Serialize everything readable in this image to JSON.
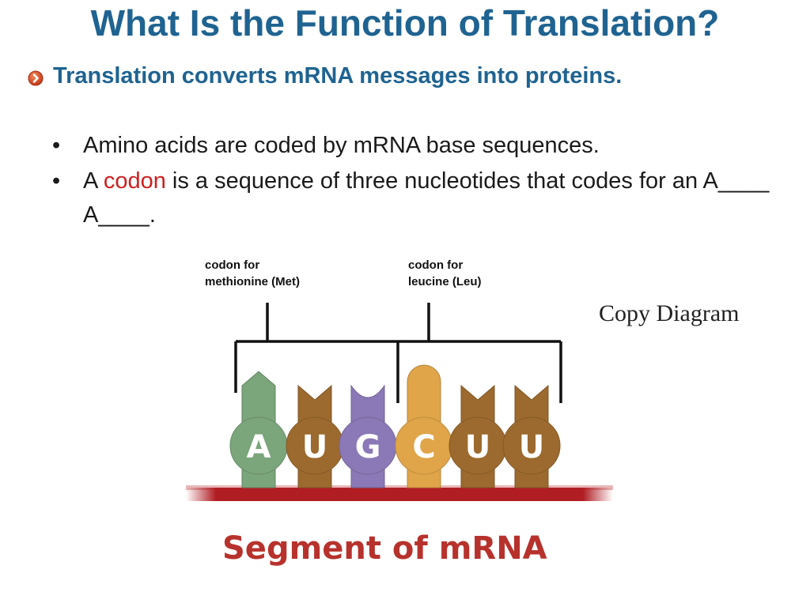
{
  "slide": {
    "title": "What Is the Function of Translation?",
    "subtitle": "Translation converts mRNA messages into proteins.",
    "bullets": [
      {
        "dot": "•",
        "text": "Amino acids are coded by mRNA base sequences."
      },
      {
        "dot": "•",
        "pre": "A ",
        "highlight": "codon",
        "post": " is a sequence of three nucleotides that codes for an A____ A____."
      }
    ],
    "colors": {
      "title": "#1f6391",
      "highlight": "#cc1f1f",
      "subtitle_bullet": "#d9461e"
    }
  },
  "diagram": {
    "codon_labels": [
      {
        "line1": "codon for",
        "line2": "methionine (Met)"
      },
      {
        "line1": "codon for",
        "line2": "leucine (Leu)"
      }
    ],
    "nucleotides": [
      {
        "base": "A",
        "color": "#7ba57b",
        "cap": "arrow"
      },
      {
        "base": "U",
        "color": "#9c6a2e",
        "cap": "notch"
      },
      {
        "base": "G",
        "color": "#8a79b6",
        "cap": "round-notch"
      },
      {
        "base": "C",
        "color": "#e0a549",
        "cap": "round"
      },
      {
        "base": "U",
        "color": "#9c6a2e",
        "cap": "notch"
      },
      {
        "base": "U",
        "color": "#9c6a2e",
        "cap": "notch"
      }
    ],
    "backbone_color": "#b01e24",
    "segment_label": "Segment of mRNA",
    "segment_label_color": "#b7322c",
    "copy_note": "Copy Diagram"
  }
}
